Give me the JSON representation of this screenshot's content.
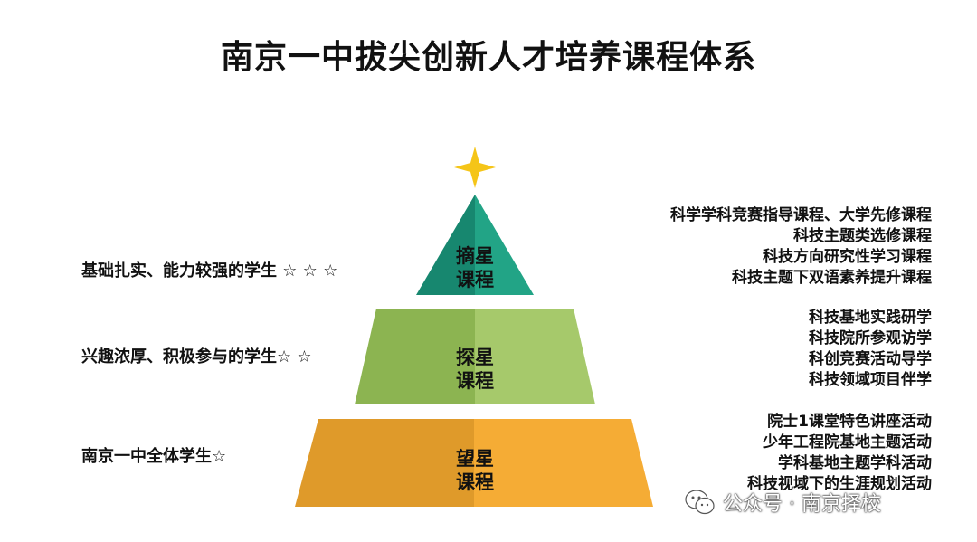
{
  "title": "南京一中拔尖创新人才培养课程体系",
  "colors": {
    "top_tier": "#1f9d82",
    "middle_tier": "#9bc060",
    "bottom_tier": "#f0a830",
    "star": "#f5c518"
  },
  "tiers": {
    "top": {
      "label_line1": "摘星",
      "label_line2": "课程",
      "audience": "基础扎实、能力较强的学生 ☆ ☆ ☆",
      "courses": [
        "科学学科竞赛指导课程、大学先修课程",
        "科技主题类选修课程",
        "科技方向研究性学习课程",
        "科技主题下双语素养提升课程"
      ]
    },
    "middle": {
      "label_line1": "探星",
      "label_line2": "课程",
      "audience": "兴趣浓厚、积极参与的学生☆ ☆",
      "courses": [
        "科技基地实践研学",
        "科技院所参观访学",
        "科创竞赛活动导学",
        "科技领域项目伴学"
      ]
    },
    "bottom": {
      "label_line1": "望星",
      "label_line2": "课程",
      "audience": "南京一中全体学生☆",
      "courses": [
        "院士1课堂特色讲座活动",
        "少年工程院基地主题活动",
        "学科基地主题学科活动",
        "科技视域下的生涯规划活动"
      ]
    }
  },
  "watermark": "公众号 · 南京择校"
}
